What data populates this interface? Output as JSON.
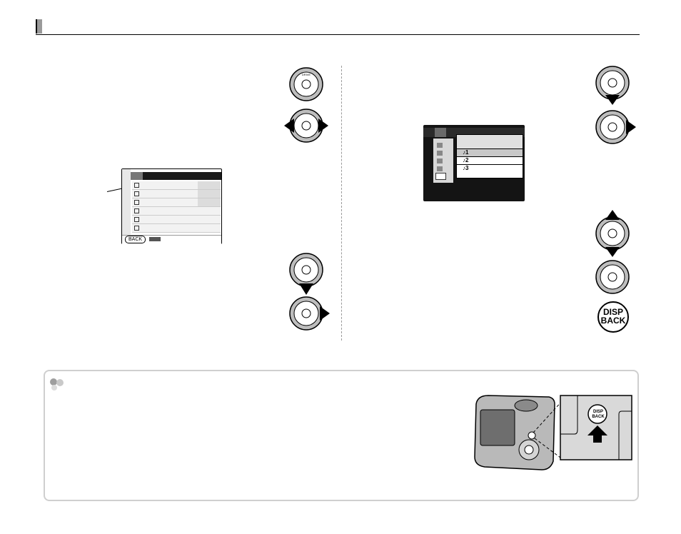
{
  "header": {
    "title": ""
  },
  "menu1": {
    "back_label": "BACK",
    "row_count": 6
  },
  "menu2": {
    "options": [
      "♪1",
      "♪2",
      "♪3"
    ],
    "selected_option": "♪1"
  },
  "disp_button": {
    "line1": "DISP",
    "line2": "BACK"
  },
  "note": {
    "title": "",
    "text": ""
  },
  "inset": {
    "button_line1": "DISP",
    "button_line2": "BACK"
  }
}
